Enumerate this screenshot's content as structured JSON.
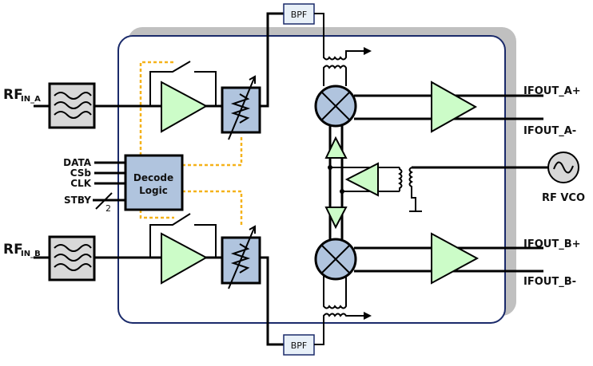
{
  "labels": {
    "rf_in_a_main": "RF",
    "rf_in_a_sub": "IN_A",
    "rf_in_b_main": "RF",
    "rf_in_b_sub": "IN_B",
    "data": "DATA",
    "csb": "CSb",
    "clk": "CLK",
    "stby": "STBY",
    "bus_width": "2",
    "decode_line1": "Decode",
    "decode_line2": "Logic",
    "bpf_top": "BPF",
    "bpf_bottom": "BPF",
    "ifout_a_plus": "IFOUT_A+",
    "ifout_a_minus": "IFOUT_A-",
    "ifout_b_plus": "IFOUT_B+",
    "ifout_b_minus": "IFOUT_B-",
    "rf_vco": "RF VCO"
  },
  "colors": {
    "chip_border": "#1a2a6a",
    "chip_shadow": "#c0c0c0",
    "amplifier": "#ccfcc8",
    "block_blue": "#b0c4de",
    "filter_grey": "#d8d8d8",
    "control_dotted": "#f5b21a"
  }
}
